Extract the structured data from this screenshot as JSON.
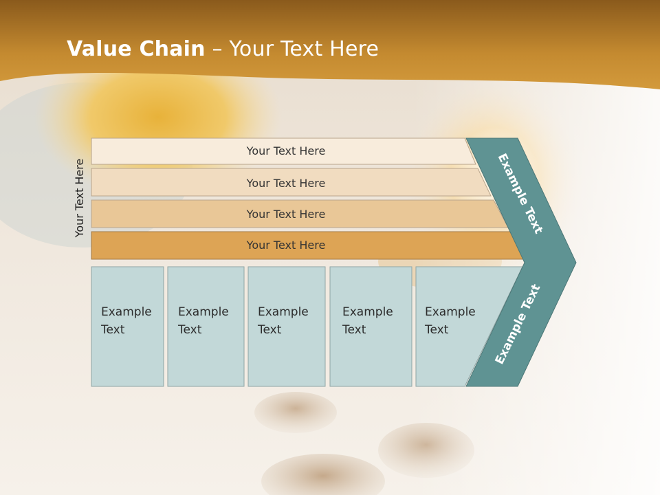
{
  "title": {
    "bold": "Value Chain",
    "rest": " – Your Text Here"
  },
  "side_label": "Your Text Here",
  "bars": [
    {
      "label": "Your Text Here",
      "color": "#f8ecdc"
    },
    {
      "label": "Your Text Here",
      "color": "#f1dcc0"
    },
    {
      "label": "Your Text Here",
      "color": "#e9c797"
    },
    {
      "label": "Your Text Here",
      "color": "#dda455"
    }
  ],
  "boxes": [
    {
      "line1": "Example",
      "line2": "Text"
    },
    {
      "line1": "Example",
      "line2": "Text"
    },
    {
      "line1": "Example",
      "line2": "Text"
    },
    {
      "line1": "Example",
      "line2": "Text"
    },
    {
      "line1": "Example",
      "line2": "Text"
    }
  ],
  "chevron": {
    "top_label": "Example Text",
    "bottom_label": "Example Text",
    "color": "#5f9393"
  },
  "colors": {
    "header": "#c48a30",
    "box_fill": "#c2d8d8",
    "box_stroke": "#8fa5a5"
  }
}
